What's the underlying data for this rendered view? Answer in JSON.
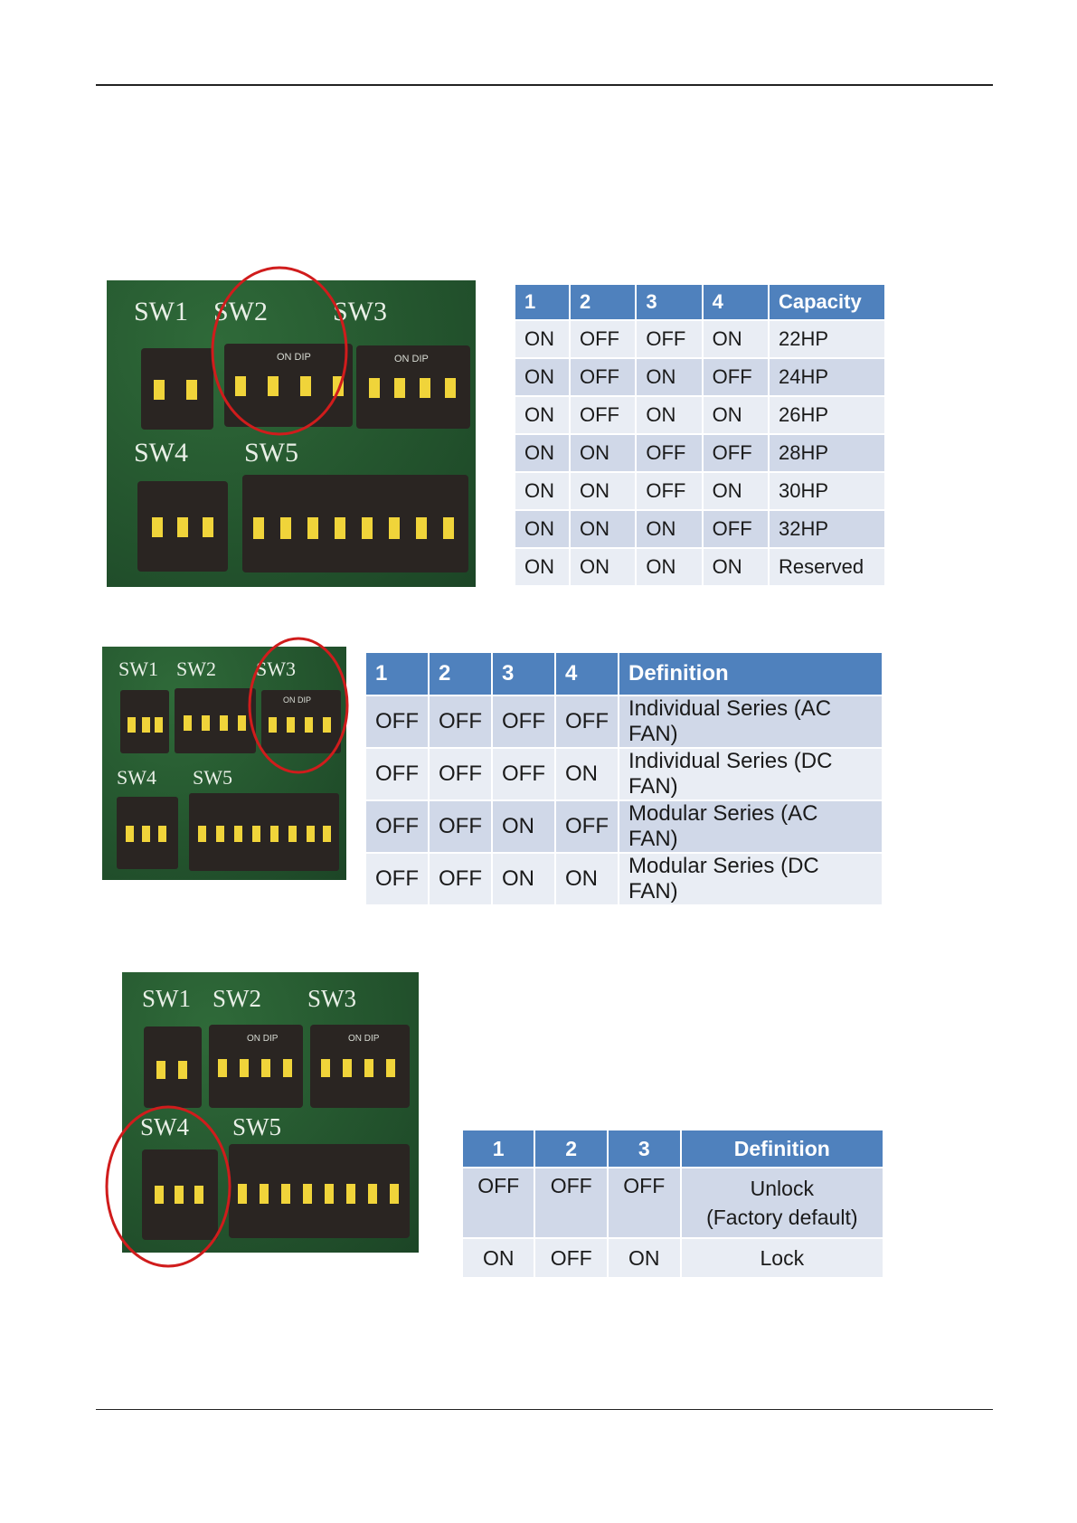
{
  "boards": {
    "labels": [
      "SW1",
      "SW2",
      "SW3",
      "SW4",
      "SW5"
    ],
    "switch_text": "ON DIP",
    "accent_circle": "#d01c1c",
    "pcb_color": "#24552e"
  },
  "table_capacity": {
    "headers": [
      "1",
      "2",
      "3",
      "4",
      "Capacity"
    ],
    "rows": [
      [
        "ON",
        "OFF",
        "OFF",
        "ON",
        "22HP"
      ],
      [
        "ON",
        "OFF",
        "ON",
        "OFF",
        "24HP"
      ],
      [
        "ON",
        "OFF",
        "ON",
        "ON",
        "26HP"
      ],
      [
        "ON",
        "ON",
        "OFF",
        "OFF",
        "28HP"
      ],
      [
        "ON",
        "ON",
        "OFF",
        "ON",
        "30HP"
      ],
      [
        "ON",
        "ON",
        "ON",
        "OFF",
        "32HP"
      ],
      [
        "ON",
        "ON",
        "ON",
        "ON",
        "Reserved"
      ]
    ]
  },
  "table_series": {
    "headers": [
      "1",
      "2",
      "3",
      "4",
      "Definition"
    ],
    "rows": [
      [
        "OFF",
        "OFF",
        "OFF",
        "OFF",
        "Individual Series (AC FAN)"
      ],
      [
        "OFF",
        "OFF",
        "OFF",
        "ON",
        "Individual Series (DC FAN)"
      ],
      [
        "OFF",
        "OFF",
        "ON",
        "OFF",
        "Modular Series (AC FAN)"
      ],
      [
        "OFF",
        "OFF",
        "ON",
        "ON",
        "Modular Series (DC FAN)"
      ]
    ]
  },
  "table_lock": {
    "headers": [
      "1",
      "2",
      "3",
      "Definition"
    ],
    "rows": [
      [
        "OFF",
        "OFF",
        "OFF",
        "Unlock\n(Factory default)"
      ],
      [
        "ON",
        "OFF",
        "ON",
        "Lock"
      ]
    ]
  },
  "colors": {
    "header_bg": "#4f81bd",
    "row_light": "#e9edf4",
    "row_dark": "#d0d8e8"
  }
}
